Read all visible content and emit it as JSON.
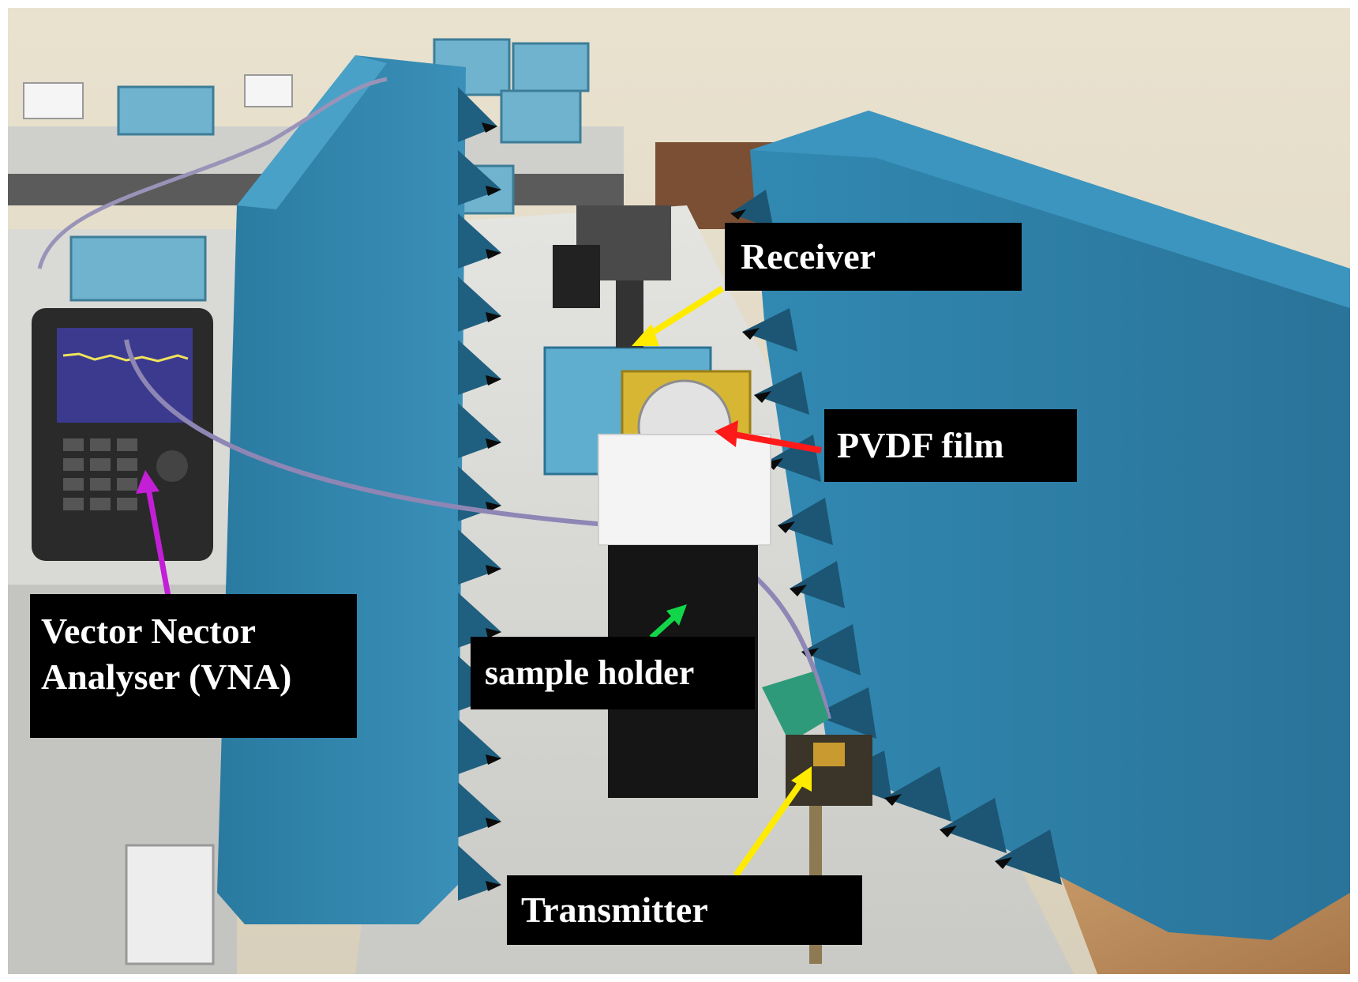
{
  "labels": {
    "receiver": "Receiver",
    "pvdf_film": "PVDF film",
    "vna_line1": "Vector Nector",
    "vna_line2": "Analyser (VNA)",
    "sample_holder": "sample holder",
    "transmitter": "Transmitter"
  },
  "colors": {
    "absorber_blue": "#2f7fa4",
    "absorber_dark": "#1d5673",
    "arrow_receiver": "#ffeb00",
    "arrow_pvdf": "#ff1a1a",
    "arrow_vna": "#c21fd6",
    "arrow_sample": "#12d64a",
    "arrow_transmitter": "#ffeb00",
    "label_bg": "#000000",
    "label_text": "#ffffff"
  }
}
